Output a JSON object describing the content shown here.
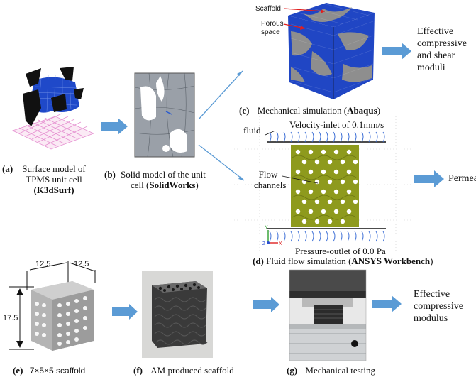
{
  "panels": {
    "a": {
      "tag": "(a)",
      "line1": "Surface model of",
      "line2": "TPMS unit cell",
      "tool": "K3dSurf"
    },
    "b": {
      "tag": "(b)",
      "line1": "Solid model of the unit",
      "line2": "cell",
      "tool": "SolidWorks"
    },
    "c": {
      "tag": "(c)",
      "text": "Mechanical simulation",
      "tool": "Abaqus",
      "callout_scaffold": "Scaffold",
      "callout_porous_1": "Porous",
      "callout_porous_2": "space"
    },
    "c_output": {
      "line1": "Effective",
      "line2": "compressive",
      "line3": "and shear",
      "line4": "moduli"
    },
    "d": {
      "tag": "(d)",
      "text": "Fluid flow simulation",
      "tool": "ANSYS Workbench",
      "fluid": "fluid",
      "inlet": "Velocity-inlet of 0.1mm/s",
      "channels_1": "Flow",
      "channels_2": "channels",
      "outlet": "Pressure-outlet of 0.0 Pa",
      "axis_y": "Y",
      "axis_x": "X",
      "axis_z": "Z"
    },
    "d_output": "Permeability",
    "e": {
      "tag": "(e)",
      "text": "7×5×5 scaffold",
      "dim_width": "12.5",
      "dim_depth": "12.5",
      "dim_height": "17.5"
    },
    "f": {
      "tag": "(f)",
      "text": "AM produced scaffold"
    },
    "g": {
      "tag": "(g)",
      "text": "Mechanical testing"
    },
    "g_output": {
      "line1": "Effective",
      "line2": "compressive",
      "line3": "modulus"
    }
  },
  "colors": {
    "arrow_blue": "#5b9bd5",
    "line_blue": "#5b9bd5",
    "mesh_blue": "#1f49c9",
    "porous_gray": "#8e8e8e",
    "flow_green": "#8e9a1d",
    "grid_pink": "#e58fd0",
    "scaffold_gray": "#9c9c9c",
    "photo_dark": "#3a3a3a",
    "callout_red": "#e01e1e"
  }
}
